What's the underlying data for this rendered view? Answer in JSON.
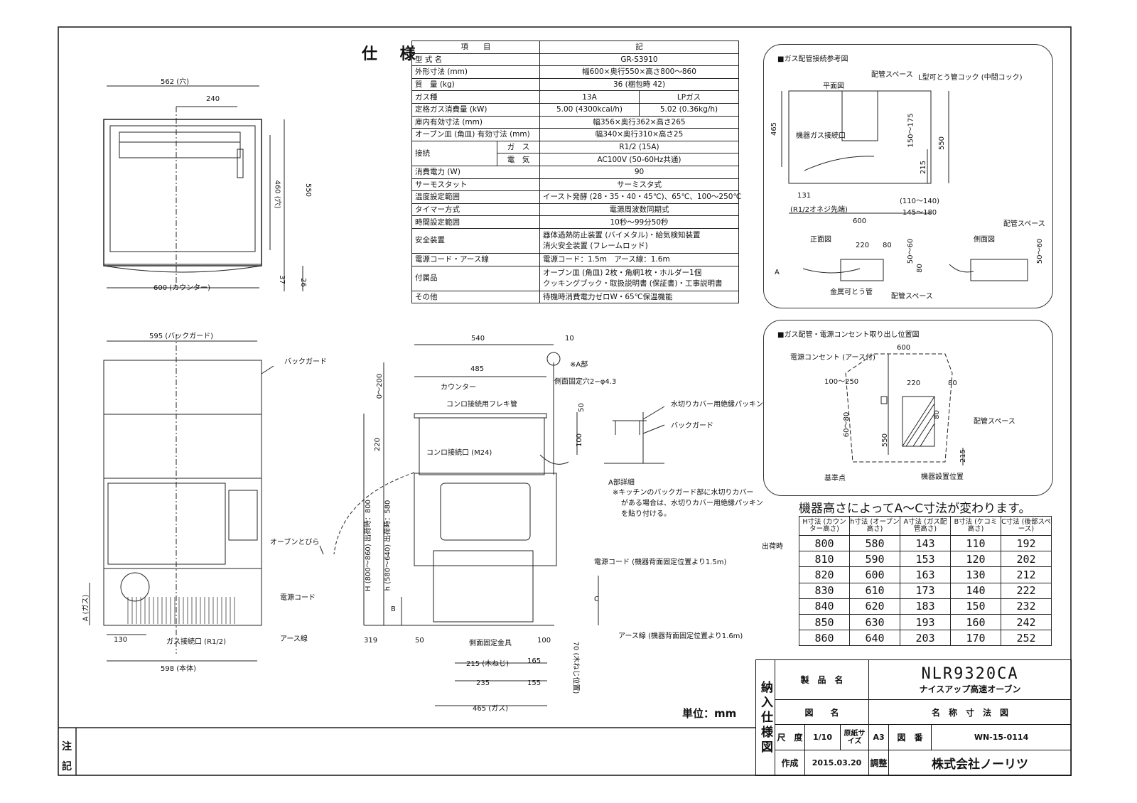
{
  "spec": {
    "title": "仕 様",
    "header": [
      "項　　目",
      "記"
    ],
    "rows": [
      {
        "item": "型 式 名",
        "value": "GR-S3910"
      },
      {
        "item": "外形寸法 (mm)",
        "value": "幅600×奥行550×高さ800〜860"
      },
      {
        "item": "質　量 (kg)",
        "value": "36 (梱包時 42)"
      },
      {
        "item": "ガス種",
        "value_a": "13A",
        "value_b": "LPガス"
      },
      {
        "item": "定格ガス消費量 (kW)",
        "value_a": "5.00 (4300kcal/h)",
        "value_b": "5.02 (0.36kg/h)"
      },
      {
        "item": "庫内有効寸法 (mm)",
        "value": "幅356×奥行362×高さ265"
      },
      {
        "item": "オーブン皿 (角皿) 有効寸法 (mm)",
        "value": "幅340×奥行310×高さ25"
      },
      {
        "item": "接続",
        "sub": "ガ　ス",
        "value": "R1/2 (15A)"
      },
      {
        "item": "",
        "sub": "電　気",
        "value": "AC100V (50-60Hz共通)"
      },
      {
        "item": "消費電力 (W)",
        "value": "90"
      },
      {
        "item": "サーモスタット",
        "value": "サーミスタ式"
      },
      {
        "item": "温度設定範囲",
        "value": "イースト発酵 (28・35・40・45℃)、65℃、100〜250℃"
      },
      {
        "item": "タイマー方式",
        "value": "電源周波数同期式"
      },
      {
        "item": "時間設定範囲",
        "value": "10秒〜99分50秒"
      },
      {
        "item": "安全装置",
        "value_line1": "器体過熱防止装置 (バイメタル)・給気検知装置",
        "value_line2": "消火安全装置 (フレームロッド)"
      },
      {
        "item": "電源コード・アース線",
        "value": "電源コード：1.5m　アース線：1.6m"
      },
      {
        "item": "付属品",
        "value_line1": "オーブン皿 (角皿) 2枚・角網1枚・ホルダー1個",
        "value_line2": "クッキングブック・取扱説明書 (保証書)・工事説明書"
      },
      {
        "item": "その他",
        "value": "待機時消費電力ゼロW・65℃保温機能"
      }
    ]
  },
  "top_view": {
    "dims": [
      "562 (穴)",
      "240",
      "550",
      "460 (穴)",
      "37",
      "26",
      "600 (カウンター)"
    ]
  },
  "front_view": {
    "dims": [
      "595 (バックガード)",
      "130",
      "598 (本体)",
      "A (ガス)"
    ],
    "labels": [
      "バックガード",
      "オーブンとびら",
      "電源コード",
      "アース線",
      "ガス接続口 (R1/2)"
    ]
  },
  "side_view": {
    "dims": [
      "540",
      "10",
      "485",
      "0〜200",
      "220",
      "H (800〜860) 出荷時：800",
      "h (580〜640) 出荷時：580",
      "B",
      "C",
      "319",
      "50",
      "100",
      "215 (木ねじ)",
      "165",
      "235",
      "155",
      "465 (ガス)",
      "50",
      "100",
      "70 (木ねじ位置)"
    ],
    "labels": [
      "※A部",
      "側面固定穴2−φ4.3",
      "カウンター",
      "コンロ接続用フレキ管",
      "コンロ接続口 (M24)",
      "電源コード (機器背面固定位置より1.5m)",
      "アース線 (機器背面固定位置より1.6m)",
      "側面固定金具"
    ]
  },
  "detail_a": {
    "labels": [
      "水切りカバー用絶縁パッキン",
      "バックガード",
      "A部詳細"
    ],
    "note": [
      "※キッチンのバックガード部に水切りカバー",
      "がある場合は、水切りカバー用絶縁パッキン",
      "を貼り付ける。"
    ]
  },
  "gas_panel": {
    "title": "■ガス配管接続参考図",
    "labels": [
      "配管スペース",
      "L型可とう管コック (中間コック)",
      "平面図",
      "機器ガス接続口",
      "正面図",
      "側面図",
      "金属可とう管",
      "配管スペース",
      "配管スペース",
      "(R1/2オネジ先端)"
    ],
    "dims": [
      "465",
      "150〜175",
      "550",
      "215",
      "131",
      "(110〜140)",
      "145〜180",
      "600",
      "220",
      "80",
      "50〜60",
      "A",
      "80",
      "50〜60"
    ]
  },
  "outlet_panel": {
    "title": "■ガス配管・電源コンセント取り出し位置図",
    "labels": [
      "電源コンセント (アース付)",
      "配管スペース",
      "基準点",
      "機器設置位置"
    ],
    "dims": [
      "600",
      "100〜250",
      "220",
      "80",
      "60〜80",
      "80",
      "550",
      "215"
    ]
  },
  "dims_table": {
    "caption": "機器高さによってA〜C寸法が変わります。",
    "shipping_label": "出荷時",
    "header": [
      "H寸法 (カウンター高さ)",
      "h寸法 (オーブン高さ)",
      "A寸法 (ガス配管高さ)",
      "B寸法 (ケコミ高さ)",
      "C寸法 (後部スペース)"
    ],
    "rows": [
      [
        "800",
        "580",
        "143",
        "110",
        "192"
      ],
      [
        "810",
        "590",
        "153",
        "120",
        "202"
      ],
      [
        "820",
        "600",
        "163",
        "130",
        "212"
      ],
      [
        "830",
        "610",
        "173",
        "140",
        "222"
      ],
      [
        "840",
        "620",
        "183",
        "150",
        "232"
      ],
      [
        "850",
        "630",
        "193",
        "160",
        "242"
      ],
      [
        "860",
        "640",
        "203",
        "170",
        "252"
      ]
    ]
  },
  "unit_label": "単位：mm",
  "title_block": {
    "side_label": "納入仕様図",
    "product_name_label": "製　品　名",
    "model": "NLR9320CA",
    "product_name": "ナイスアップ高速オーブン",
    "drawing_name_label": "図　　名",
    "drawing_name": "名　称　寸　法　図",
    "scale_label": "尺　度",
    "scale": "1/10",
    "paper_label": "原紙サイズ",
    "paper": "A3",
    "drawing_no_label": "図　番",
    "drawing_no": "WN-15-0114",
    "made_label": "作成",
    "date": "2015.03.20",
    "check_label": "調整",
    "company": "株式会社ノーリツ"
  },
  "notes_label": "注記"
}
